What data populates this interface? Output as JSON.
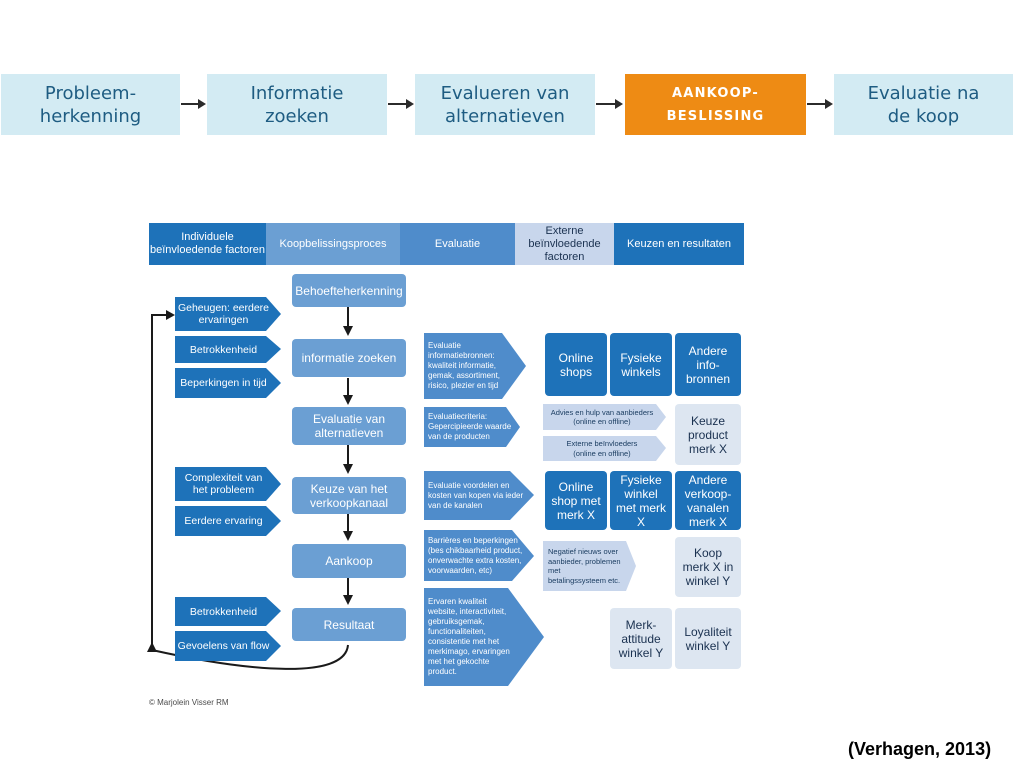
{
  "process_steps": [
    {
      "label": "Probleem-\nherkenning",
      "active": false
    },
    {
      "label": "Informatie\nzoeken",
      "active": false
    },
    {
      "label": "Evalueren van\nalternatieven",
      "active": false
    },
    {
      "label": "AANKOOP-\nBESLISSING",
      "active": true
    },
    {
      "label": "Evaluatie na\nde koop",
      "active": false
    }
  ],
  "columns": {
    "individual": "Individuele\nbeïnvloedende factoren",
    "process": "Koopbelissingsproces",
    "evaluation": "Evaluatie",
    "external": "Externe\nbeïnvloedende\nfactoren",
    "results": "Keuzen en resultaten"
  },
  "process": {
    "step1": "Behoefteherkenning",
    "step2": "informatie zoeken",
    "step3": "Evaluatie van\nalternatieven",
    "step4": "Keuze van het\nverkoopkanaal",
    "step5": "Aankoop",
    "step6": "Resultaat"
  },
  "factors": {
    "f1": "Geheugen: eerdere\nervaringen",
    "f2": "Betrokkenheid",
    "f3": "Beperkingen in tijd",
    "f4": "Complexiteit van\nhet probleem",
    "f5": "Eerdere ervaring",
    "f6": "Betrokkenheid",
    "f7": "Gevoelens van flow"
  },
  "evaluation": {
    "e1": "Evaluatie\ninformatiebronnen:\nkwaliteit informatie,\ngemak, assortiment,\nrisico, plezier en tijd",
    "e2": "Evaluatiecriteria:\nGepercipieerde waarde\nvan de producten",
    "e3": "Evaluatie voordelen en\nkosten van kopen via ieder\nvan de kanalen",
    "e4": "Barrières en beperkingen\n(bes chikbaarheid product,\nonverwachte extra kosten,\nvoorwaarden, etc)",
    "e5": "Ervaren kwaliteit\nwebsite, interactiviteit,\ngebruiksgemak,\nfunctionaliteiten,\nconsistentie met het\nmerkimago, ervaringen\nmet het gekochte\nproduct."
  },
  "external": {
    "x1": "Advies en hulp van aanbieders\n(online en offline)",
    "x2": "Externe beïnvloeders\n(online en offline)",
    "x3": "Negatief nieuws over\naanbieder, problemen met\nbetalingssysteem etc."
  },
  "results": {
    "r1": "Online\nshops",
    "r2": "Fysieke\nwinkels",
    "r3": "Andere\ninfo-\nbronnen",
    "r4": "Keuze\nproduct\nmerk X",
    "r5": "Online\nshop met\nmerk X",
    "r6": "Fysieke\nwinkel\nmet merk\nX",
    "r7": "Andere\nverkoop-\nvanalen\nmerk X",
    "r8": "Koop\nmerk X in\nwinkel Y",
    "r9": "Merk-\nattitude\nwinkel Y",
    "r10": "Loyaliteit\nwinkel Y"
  },
  "copyright": "© Marjolein Visser RM",
  "citation": "(Verhagen, 2013)",
  "colors": {
    "strip_light": "#d3ebf3",
    "strip_active": "#ee8b14",
    "dark_blue": "#1e72b9",
    "mid_blue": "#6b9fd3",
    "pale_blue": "#c8d6ec",
    "result_light": "#dde6f1"
  }
}
